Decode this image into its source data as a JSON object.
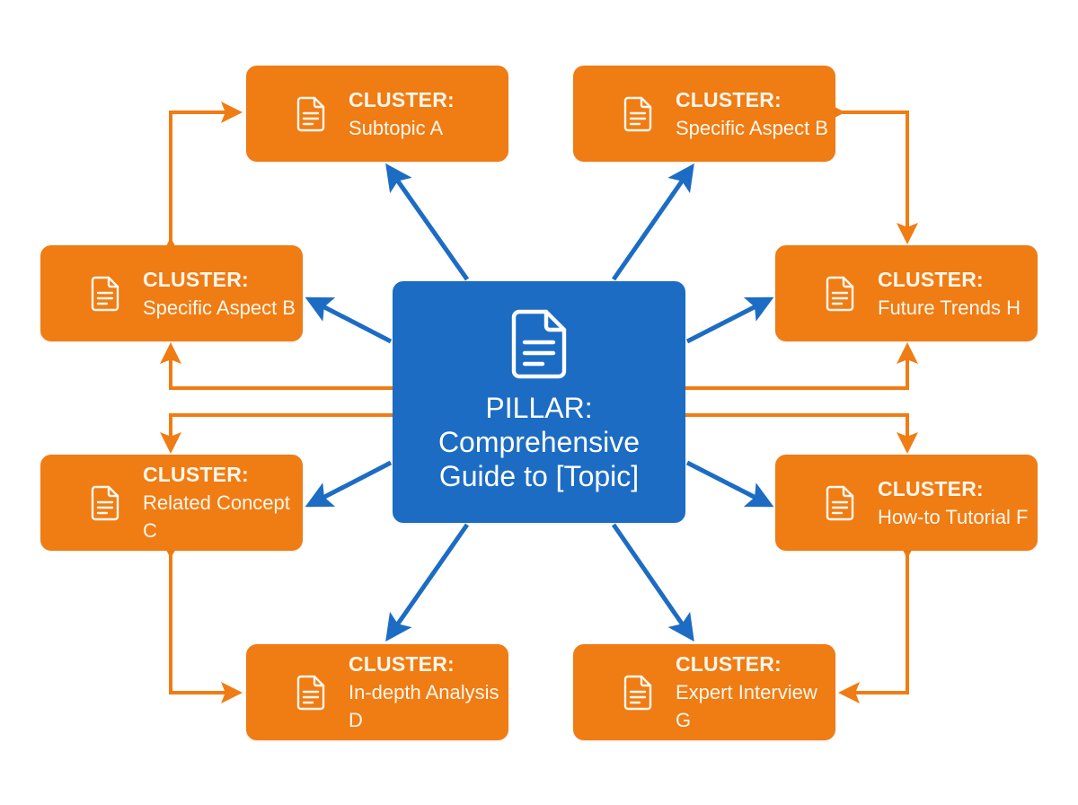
{
  "diagram": {
    "type": "pillar-cluster content map",
    "colors": {
      "pillar": "#1c6cc4",
      "cluster": "#f07c14",
      "hub_arrow": "#1c6cc4",
      "cluster_link": "#f07c14",
      "text": "#ffffff"
    },
    "pillar": {
      "icon": "document-icon",
      "lines": [
        "PILLAR:",
        "Comprehensive",
        "Guide to [Topic]"
      ]
    },
    "clusters": [
      {
        "id": "top-left",
        "icon": "document-icon",
        "kicker": "CLUSTER:",
        "title": "Subtopic A"
      },
      {
        "id": "top-right",
        "icon": "document-icon",
        "kicker": "CLUSTER:",
        "title": "Specific Aspect B"
      },
      {
        "id": "mid-left-upper",
        "icon": "document-icon",
        "kicker": "CLUSTER:",
        "title": "Specific Aspect B"
      },
      {
        "id": "mid-right-upper",
        "icon": "document-icon",
        "kicker": "CLUSTER:",
        "title": "Future Trends H"
      },
      {
        "id": "mid-left-lower",
        "icon": "document-icon",
        "kicker": "CLUSTER:",
        "title": "Related Concept C"
      },
      {
        "id": "mid-right-lower",
        "icon": "document-icon",
        "kicker": "CLUSTER:",
        "title": "How-to Tutorial F"
      },
      {
        "id": "bottom-left",
        "icon": "document-icon",
        "kicker": "CLUSTER:",
        "title": "In-depth Analysis D"
      },
      {
        "id": "bottom-right",
        "icon": "document-icon",
        "kicker": "CLUSTER:",
        "title": "Expert Interview G"
      }
    ],
    "hub_links": [
      {
        "from": "pillar",
        "to": "Subtopic A"
      },
      {
        "from": "pillar",
        "to": "Specific Aspect B (top-right)"
      },
      {
        "from": "pillar",
        "to": "Specific Aspect B (mid-left)"
      },
      {
        "from": "pillar",
        "to": "Future Trends H"
      },
      {
        "from": "pillar",
        "to": "Related Concept C"
      },
      {
        "from": "pillar",
        "to": "How-to Tutorial F"
      },
      {
        "from": "pillar",
        "to": "In-depth Analysis D"
      },
      {
        "from": "pillar",
        "to": "Expert Interview G"
      }
    ],
    "cluster_links": [
      {
        "between": [
          "Subtopic A",
          "Specific Aspect B (mid-left)"
        ],
        "bidirectional": true
      },
      {
        "between": [
          "Specific Aspect B (top-right)",
          "Future Trends H"
        ],
        "bidirectional": true
      },
      {
        "between": [
          "pillar",
          "Specific Aspect B (mid-left)"
        ],
        "direction": "to cluster"
      },
      {
        "between": [
          "pillar",
          "Related Concept C"
        ],
        "direction": "to cluster"
      },
      {
        "between": [
          "pillar",
          "Future Trends H"
        ],
        "direction": "to cluster"
      },
      {
        "between": [
          "pillar",
          "How-to Tutorial F"
        ],
        "direction": "to cluster"
      },
      {
        "between": [
          "Related Concept C",
          "In-depth Analysis D"
        ],
        "bidirectional": true
      },
      {
        "between": [
          "How-to Tutorial F",
          "Expert Interview G"
        ],
        "bidirectional": true
      }
    ]
  }
}
